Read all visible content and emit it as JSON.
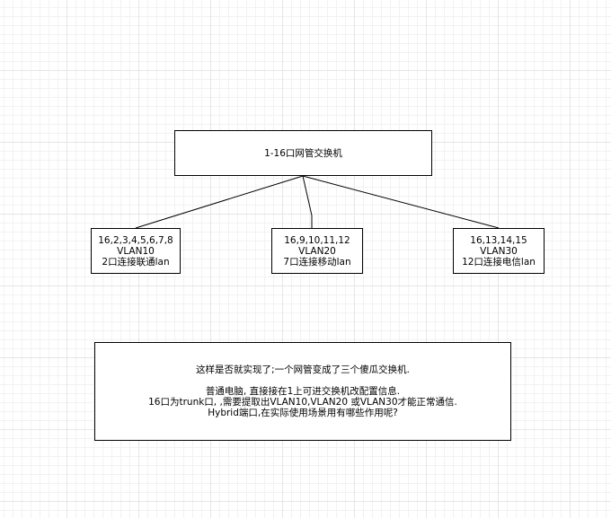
{
  "diagram": {
    "switch": {
      "label": "1-16口网管交换机"
    },
    "vlan10": {
      "line1": "16,2,3,4,5,6,7,8",
      "line2": "VLAN10",
      "line3": "2口连接联通lan"
    },
    "vlan20": {
      "line1": "16,9,10,11,12",
      "line2": "VLAN20",
      "line3": "7口连接移动lan"
    },
    "vlan30": {
      "line1": "16,13,14,15",
      "line2": "VLAN30",
      "line3": "12口连接电信lan"
    },
    "note": {
      "line1": "这样是否就实现了;一个网管变成了三个傻瓜交换机.",
      "line2": "普通电脑, 直接接在1上可进交换机改配置信息.",
      "line3": "16口为trunk口, ,需要提取出VLAN10,VLAN20 或VLAN30才能正常通信.",
      "line4": "Hybrid端口,在实际使用场景用有哪些作用呢?"
    },
    "colors": {
      "stroke": "#000000",
      "fill": "#ffffff",
      "grid": "#e6e6e6"
    }
  }
}
